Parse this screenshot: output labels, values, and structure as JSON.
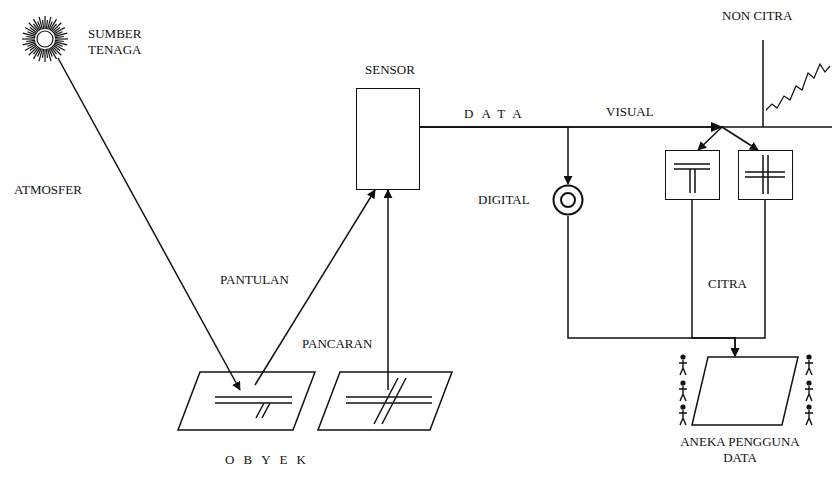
{
  "diagram": {
    "nodes": [
      {
        "text": [
          "SUMBER TENAGA"
        ]
      },
      {
        "text": [
          "SENSOR"
        ]
      },
      {
        "text": [
          "OBYEK"
        ]
      },
      {
        "text": [
          "DIGITAL"
        ]
      },
      {
        "text": [
          "CITRA"
        ]
      },
      {
        "text": [
          "NON CITRA"
        ]
      },
      {
        "text": [
          "ANEKA PENGGUNA DATA"
        ]
      }
    ],
    "edges": [
      {
        "from": 0,
        "to": 2,
        "label": "ATMOSFER",
        "arrow": "to"
      },
      {
        "from": 2,
        "to": 1,
        "label": "PANTULAN",
        "arrow": "to"
      },
      {
        "from": 2,
        "to": 1,
        "label": "PANCARAN",
        "arrow": "to"
      },
      {
        "from": 1,
        "to": 3,
        "label": "DATA",
        "arrow": "to"
      },
      {
        "from": 1,
        "to": 4,
        "label": "VISUAL",
        "arrow": "to"
      },
      {
        "from": 1,
        "to": 5,
        "arrow": "none"
      },
      {
        "from": 3,
        "to": 6,
        "arrow": "to"
      },
      {
        "from": 4,
        "to": 6,
        "arrow": "to"
      }
    ]
  }
}
